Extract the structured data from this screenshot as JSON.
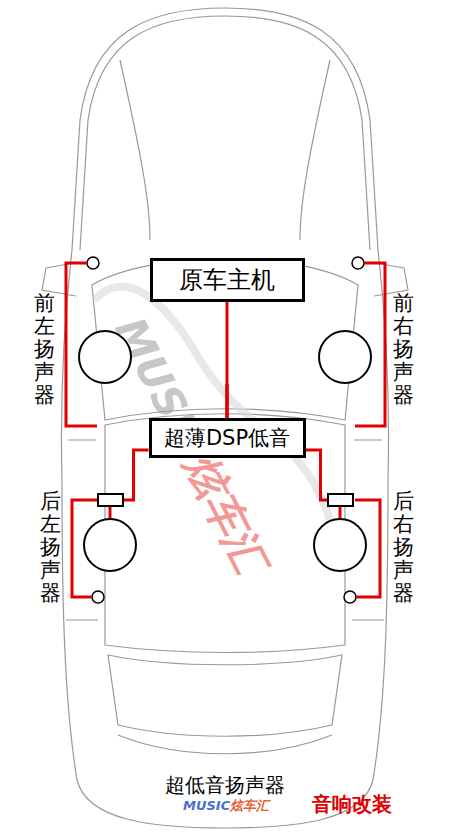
{
  "diagram": {
    "nodes": [
      {
        "text": [
          "原车主机"
        ]
      },
      {
        "text": [
          "前左扬声器"
        ]
      },
      {
        "text": [
          "前右扬声器"
        ]
      },
      {
        "text": [
          "超薄DSP低音"
        ]
      },
      {
        "text": [
          "后左扬声器"
        ]
      },
      {
        "text": [
          "后右扬声器"
        ]
      }
    ],
    "edges": [
      {
        "from": 0,
        "to": 3,
        "arrow": "none"
      },
      {
        "from": 3,
        "to": 1,
        "arrow": "none"
      },
      {
        "from": 3,
        "to": 2,
        "arrow": "none"
      },
      {
        "from": 3,
        "to": 4,
        "arrow": "none"
      },
      {
        "from": 3,
        "to": 5,
        "arrow": "none"
      }
    ],
    "labels": [
      "超低音扬声器",
      "MUSIC",
      "炫车汇",
      "MUSIC",
      "炫车汇",
      "音响改装"
    ]
  }
}
